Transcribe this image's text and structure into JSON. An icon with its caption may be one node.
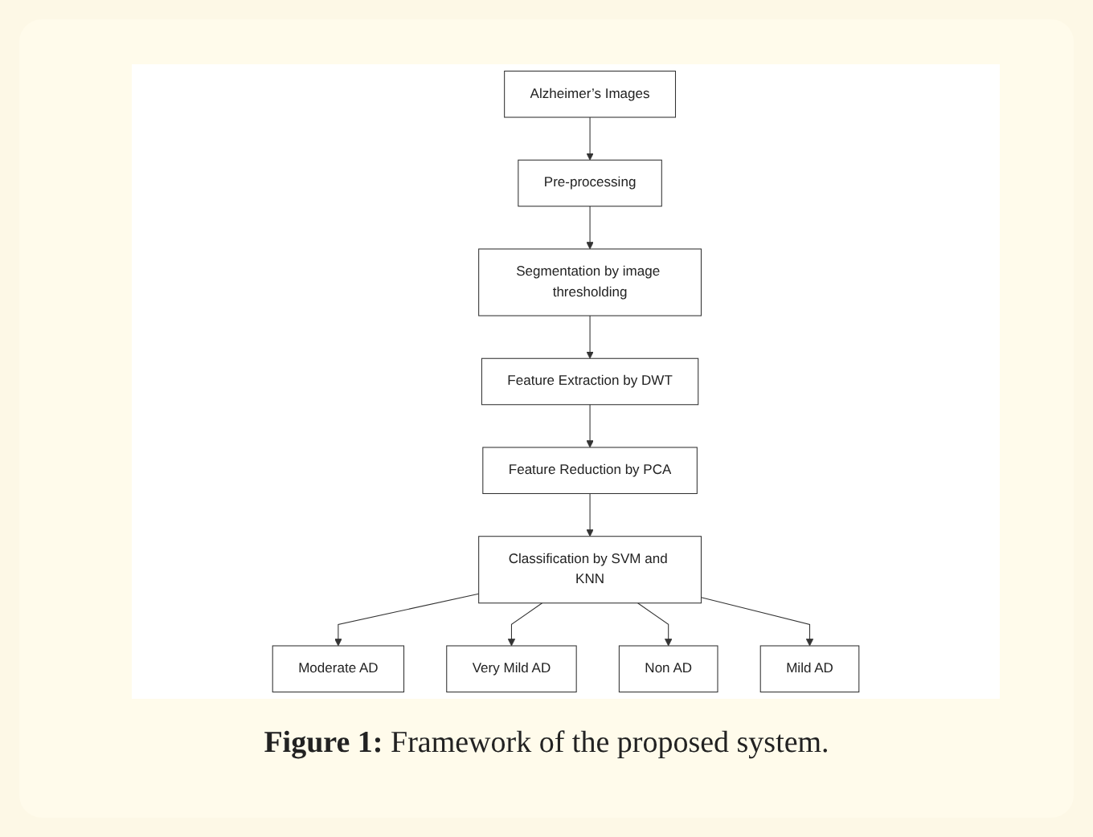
{
  "diagram": {
    "caption": "**Figure 1:** Framework of the proposed system.",
    "nodes": [
      {
        "text": [
          "Alzheimer’s Images"
        ]
      },
      {
        "text": [
          "Pre-processing"
        ]
      },
      {
        "text": [
          "Segmentation by image thresholding"
        ]
      },
      {
        "text": [
          "Feature Extraction by DWT"
        ]
      },
      {
        "text": [
          "Feature Reduction by PCA"
        ]
      },
      {
        "text": [
          "Classification by SVM and KNN"
        ]
      },
      {
        "text": [
          "Moderate AD"
        ]
      },
      {
        "text": [
          "Very Mild AD"
        ]
      },
      {
        "text": [
          "Non AD"
        ]
      },
      {
        "text": [
          "Mild AD"
        ]
      }
    ],
    "edges": [
      {
        "from": 0,
        "to": 1,
        "arrow": "to"
      },
      {
        "from": 1,
        "to": 2,
        "arrow": "to"
      },
      {
        "from": 2,
        "to": 3,
        "arrow": "to"
      },
      {
        "from": 3,
        "to": 4,
        "arrow": "to"
      },
      {
        "from": 4,
        "to": 5,
        "arrow": "to"
      },
      {
        "from": 5,
        "to": 6,
        "arrow": "to"
      },
      {
        "from": 5,
        "to": 7,
        "arrow": "to"
      },
      {
        "from": 5,
        "to": 8,
        "arrow": "to"
      },
      {
        "from": 5,
        "to": 9,
        "arrow": "to"
      }
    ]
  }
}
